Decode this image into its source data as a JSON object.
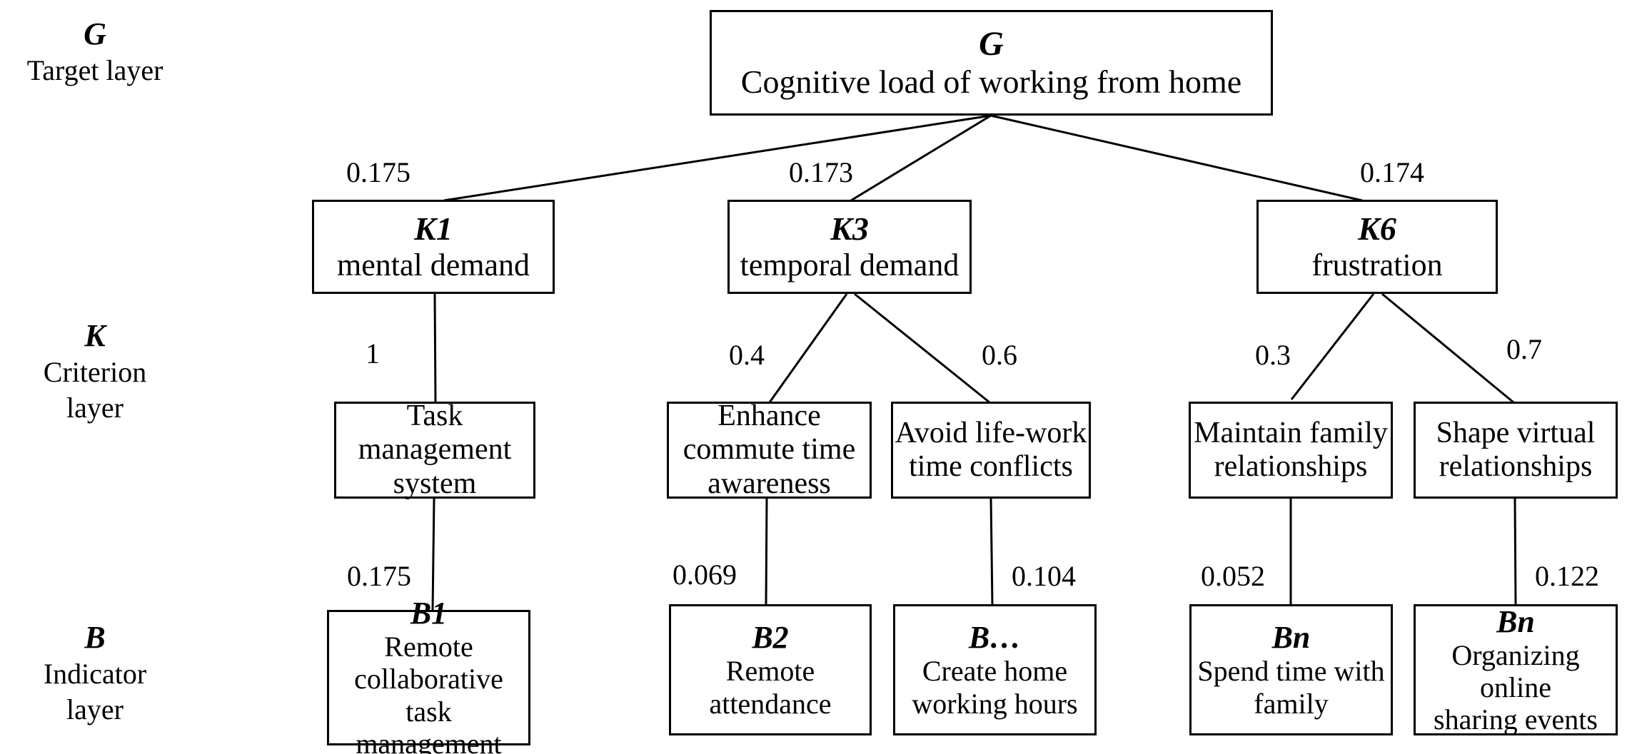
{
  "figure": {
    "background": "#ffffff",
    "line_color": "#000000",
    "text_color": "#000000"
  },
  "side_labels": {
    "target": {
      "symbol": "G",
      "name": "Target layer"
    },
    "criterion": {
      "symbol": "K",
      "name": "Criterion layer"
    },
    "indicator": {
      "symbol": "B",
      "name": "Indicator layer"
    }
  },
  "nodes": {
    "goal": {
      "code": "G",
      "label": "Cognitive load of working from home"
    },
    "k1": {
      "code": "K1",
      "label": "mental demand"
    },
    "k3": {
      "code": "K3",
      "label": "temporal demand"
    },
    "k6": {
      "code": "K6",
      "label": "frustration"
    },
    "task_management": {
      "label": "Task management\nsystem"
    },
    "commute_awareness": {
      "label": "Enhance\ncommute time\nawareness"
    },
    "life_work_conflicts": {
      "label": "Avoid life-work\ntime conflicts"
    },
    "family_relationships": {
      "label": "Maintain family\nrelationships"
    },
    "virtual_relationships": {
      "label": "Shape virtual\nrelationships"
    },
    "b1": {
      "code": "B1",
      "label": "Remote\ncollaborative task\nmanagement"
    },
    "b2": {
      "code": "B2",
      "label": "Remote\nattendance"
    },
    "b_more": {
      "code": "B…",
      "label": "Create home\nworking hours"
    },
    "bn_family": {
      "code": "Bn",
      "label": "Spend time with\nfamily"
    },
    "bn_online": {
      "code": "Bn",
      "label": "Organizing online\nsharing events"
    }
  },
  "edge_weights": {
    "g_k1": "0.175",
    "g_k3": "0.173",
    "g_k6": "0.174",
    "k1_task": "1",
    "k3_commute": "0.4",
    "k3_lifework": "0.6",
    "k6_family": "0.3",
    "k6_virtual": "0.7",
    "task_b1": "0.175",
    "commute_b2": "0.069",
    "lifework_bmore": "0.104",
    "family_bn": "0.052",
    "virtual_bn": "0.122"
  }
}
